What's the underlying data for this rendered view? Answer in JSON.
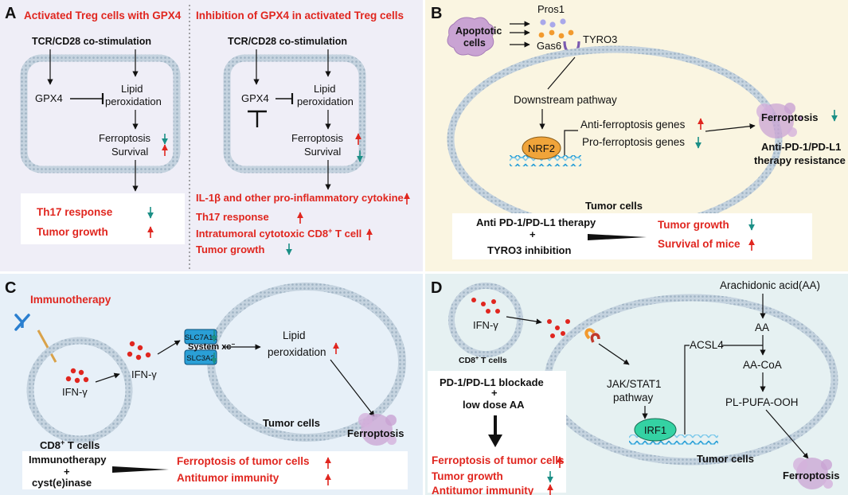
{
  "colors": {
    "red": "#e0261f",
    "teal": "#1b8f86",
    "black": "#111111",
    "panelA": "#efeef7",
    "panelB": "#faf5e1",
    "panelC": "#e7f0f8",
    "panelD": "#e6f1f2",
    "protein": "#2a9fd6",
    "nrf2": "#f0a43a",
    "irf1": "#34d2a3",
    "debris": "#c9a3d3"
  },
  "panelA": {
    "letter": "A",
    "left": {
      "title": "Activated Treg cells with GPX4",
      "stimulus": "TCR/CD28 co-stimulation",
      "gpx4": "GPX4",
      "lipid1": "Lipid",
      "lipid2": "peroxidation",
      "ferroptosis": "Ferroptosis",
      "survival": "Survival",
      "out1": "Th17 response",
      "out2": "Tumor growth"
    },
    "right": {
      "title": "Inhibition of GPX4 in activated Treg cells",
      "stimulus": "TCR/CD28 co-stimulation",
      "gpx4": "GPX4",
      "lipid1": "Lipid",
      "lipid2": "peroxidation",
      "ferroptosis": "Ferroptosis",
      "survival": "Survival",
      "out1": "IL-1β and other pro-inflammatory cytokine",
      "out2": "Th17 response",
      "out3a": "Intratumoral cytotoxic CD8",
      "out3sup": "+",
      "out3b": " T cell",
      "out4": "Tumor growth"
    }
  },
  "panelB": {
    "letter": "B",
    "apoptotic1": "Apoptotic",
    "apoptotic2": "cells",
    "pros1": "Pros1",
    "gas6": "Gas6",
    "tyro3": "TYRO3",
    "downstream": "Downstream pathway",
    "nrf2": "NRF2",
    "anti_genes": "Anti-ferroptosis genes",
    "pro_genes": "Pro-ferroptosis genes",
    "ferroptosis": "Ferroptosis",
    "resist1": "Anti-PD-1/PD-L1",
    "resist2": "therapy resistance",
    "tumor_cells": "Tumor cells",
    "therapy1": "Anti PD-1/PD-L1 therapy",
    "plus": "+",
    "therapy2": "TYRO3 inhibition",
    "out1": "Tumor growth",
    "out2": "Survival of mice"
  },
  "panelC": {
    "letter": "C",
    "title": "Immunotherapy",
    "ifn_inner": "IFN-γ",
    "ifn_outer": "IFN-γ",
    "cd8a": "CD8",
    "cd8sup": "+",
    "cd8b": " T cells",
    "slc7a11": "SLC7A11",
    "systemxc": "System xc",
    "systemsup": "−",
    "slc3a2": "SLC3A2",
    "lipid1": "Lipid",
    "lipid2": "peroxidation",
    "tumor_cells": "Tumor cells",
    "ferroptosis": "Ferroptosis",
    "therapy1": "Immunotherapy",
    "plus": "+",
    "therapy2": "cyst(e)inase",
    "out1": "Ferroptosis of tumor cells",
    "out2": "Antitumor immunity"
  },
  "panelD": {
    "letter": "D",
    "ifn": "IFN-γ",
    "cd8a": "CD8",
    "cd8sup": "+",
    "cd8b": " T cells",
    "aa_full": "Arachidonic acid(AA)",
    "aa": "AA",
    "acsl4": "ACSL4",
    "aacoa": "AA-CoA",
    "plpufa": "PL-PUFA-OOH",
    "jak1": "JAK/STAT1",
    "jak2": "pathway",
    "irf1": "IRF1",
    "tumor_cells": "Tumor cells",
    "ferroptosis": "Ferroptosis",
    "therapy1": "PD-1/PD-L1 blockade",
    "plus": "+",
    "therapy2": "low dose AA",
    "out1": "Ferroptosis of tumor cells",
    "out2": "Tumor growth",
    "out3": "Antitumor immunity"
  }
}
